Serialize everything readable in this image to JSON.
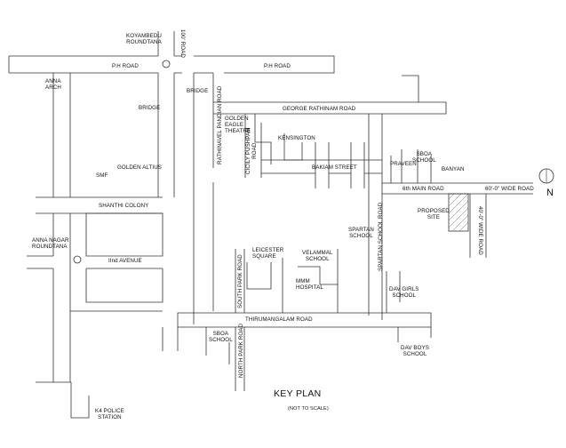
{
  "title": "KEY PLAN",
  "subtitle": "(NOT TO SCALE)",
  "north": "N",
  "labels": {
    "koyambedu": "KOYAMBEDU\nROUNDTANA",
    "road_100": "100' ROAD",
    "ph_road_left": "P.H ROAD",
    "ph_road_right": "P.H ROAD",
    "anna_arch": "ANNA\nARCH",
    "bridge_left": "BRIDGE",
    "bridge_right": "BRIDGE",
    "rathinavel": "RATHINAVEL PANDIAN ROAD",
    "george_rathinam": "GEORGE RATHINAM ROAD",
    "golden_eagle": "GOLDEN\nEAGLE\nTHEATRE",
    "cicily": "CICILY PUSHPAM\nROAD",
    "kensington": "KENSINGTON",
    "bakiam": "BAKIAM STREET",
    "sboa_school_top": "SBOA\nSCHOOL",
    "praveen": "PRAVEEN",
    "banyan": "BANYAN",
    "main_road_6th": "6th MAIN ROAD",
    "wide_road_60": "60'-0\" WIDE ROAD",
    "smf": "SMF",
    "golden_altius": "GOLDEN ALTIUS",
    "shanthi": "SHANTHI COLONY",
    "proposed_site": "PROPOSED\nSITE",
    "wide_road_40": "40'-0\" WIDE ROAD",
    "anna_nagar": "ANNA NAGAR\nROUNDTANA",
    "iind_avenue": "IInd AVENUE",
    "spartan_school": "SPARTAN\nSCHOOL",
    "spartan_school_road": "SPARTAN SCHOOL ROAD",
    "leicester": "LEICESTER\nSQUARE",
    "velammal": "VELAMMAL\nSCHOOL",
    "mmm": "MMM\nHOSPITAL",
    "south_park": "SOUTH PARK ROAD",
    "dav_girls": "DAV GIRLS\nSCHOOL",
    "thirumangalam": "THIRUMANGALAM ROAD",
    "sboa_school_bottom": "SBOA\nSCHOOL",
    "north_park": "NORTH PARK ROAD",
    "dav_boys": "DAV BOYS\nSCHOOL",
    "k4_police": "K4 POLICE\nSTATION"
  }
}
